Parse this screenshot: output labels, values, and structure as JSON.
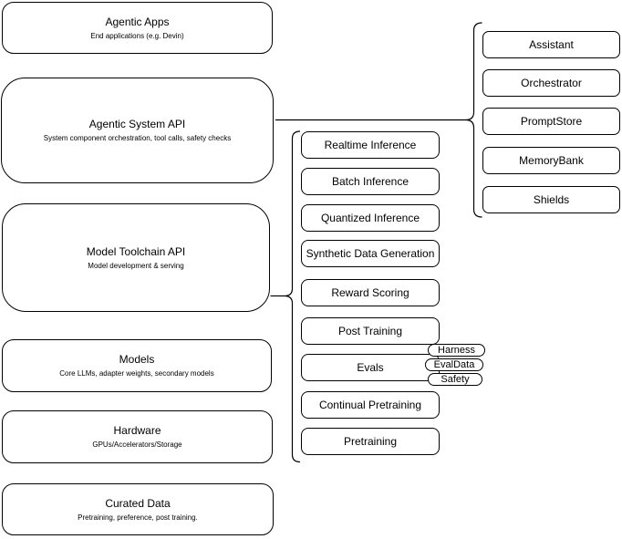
{
  "diagram": {
    "layers": [
      {
        "title": "Agentic Apps",
        "subtitle": "End applications (e.g. Devin)"
      },
      {
        "title": "Agentic System API",
        "subtitle": "System component orchestration, tool calls, safety checks"
      },
      {
        "title": "Model Toolchain API",
        "subtitle": "Model development & serving"
      },
      {
        "title": "Models",
        "subtitle": "Core LLMs, adapter weights, secondary models"
      },
      {
        "title": "Hardware",
        "subtitle": "GPUs/Accelerators/Storage"
      },
      {
        "title": "Curated Data",
        "subtitle": "Pretraining, preference, post training."
      }
    ],
    "toolchain_capabilities": [
      "Realtime Inference",
      "Batch Inference",
      "Quantized Inference",
      "Synthetic Data Generation",
      "Reward Scoring",
      "Post Training",
      "Evals",
      "Continual Pretraining",
      "Pretraining"
    ],
    "evals_tags": [
      "Harness",
      "EvalData",
      "Safety"
    ],
    "system_components": [
      "Assistant",
      "Orchestrator",
      "PromptStore",
      "MemoryBank",
      "Shields"
    ],
    "colors": {
      "stroke": "#000000",
      "fill": "#ffffff",
      "text": "#000000"
    }
  }
}
